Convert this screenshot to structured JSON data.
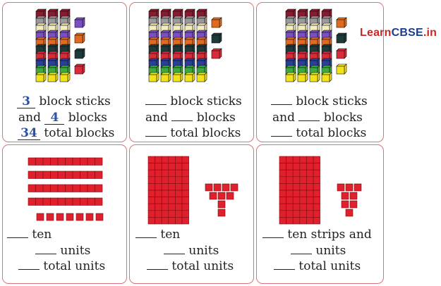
{
  "logo": {
    "part1": "Learn",
    "part2": "CBSE",
    "part3": ".in"
  },
  "cards": {
    "c1": {
      "sticks": 3,
      "singles": [
        "#7b4fc0",
        "#e06a20",
        "#1e3a3a",
        "#d92b3a"
      ],
      "line1_ans": "3",
      "line1_text": "block sticks",
      "line2_pre": "and",
      "line2_ans": "4",
      "line2_text": "blocks",
      "line3_ans": "34",
      "line3_text": "total blocks"
    },
    "c2": {
      "sticks": 5,
      "singles": [
        "#e06a20",
        "#1e3a3a",
        "#d92b3a"
      ],
      "line1_text": "block sticks",
      "line2_pre": "and",
      "line2_text": "blocks",
      "line3_text": "total blocks"
    },
    "c3": {
      "sticks": 4,
      "singles": [
        "#e06a20",
        "#1e3a3a",
        "#d92b3a",
        "#f2e21a"
      ],
      "line1_text": "block sticks",
      "line2_pre": "and",
      "line2_text": "blocks",
      "line3_text": "total blocks"
    },
    "c4": {
      "ten_strips": 4,
      "units": 7,
      "line1_text": "ten",
      "line2_text": "units",
      "line3_text": "total units"
    },
    "c5": {
      "ten_strips": 6,
      "units": 9,
      "line1_text": "ten",
      "line2_text": "units",
      "line3_text": "total units"
    },
    "c6": {
      "ten_strips": 6,
      "units": 8,
      "line1_text": "ten strips and",
      "line2_text": "units",
      "line3_text": "total units"
    }
  },
  "colors": {
    "stick_top_to_bottom": [
      "#8b1a2e",
      "#9a9a9a",
      "#f4ecc0",
      "#7b4fc0",
      "#e06a20",
      "#1e3a3a",
      "#d92b3a",
      "#2a3f9a",
      "#3caa3c",
      "#f2e21a"
    ],
    "unit_red": "#e0202c",
    "border": "#d9747a",
    "answer_blue": "#2a52a6"
  }
}
